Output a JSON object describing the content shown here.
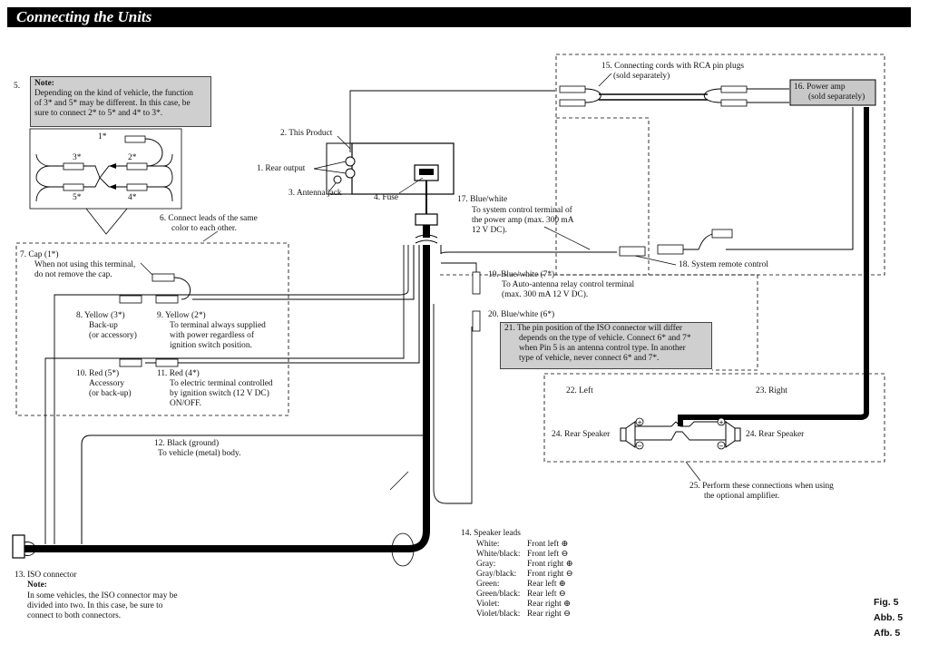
{
  "header": {
    "title": "Connecting the Units"
  },
  "labels": {
    "n5": "5.",
    "note5_title": "Note:",
    "note5_body": [
      "Depending on the kind of vehicle, the function",
      "of 3* and 5* may be different. In this case, be",
      "sure to connect 2* to 5* and 4* to 3*."
    ],
    "c1": "1*",
    "c2": "2*",
    "c3": "3*",
    "c4": "4*",
    "c5": "5*",
    "l2": "2. This Product",
    "l1": "1. Rear output",
    "l3": "3. Antenna jack",
    "l4": "4. Fuse",
    "l6": [
      "6.  Connect leads of the same",
      "color to each other."
    ],
    "l7": [
      "7.  Cap (1*)",
      "When not using this terminal,",
      "do not remove the cap."
    ],
    "l8": [
      "8.  Yellow (3*)",
      "Back-up",
      "(or accessory)"
    ],
    "l9": [
      "9.  Yellow (2*)",
      "To terminal always supplied",
      "with power regardless of",
      "ignition switch position."
    ],
    "l10": [
      "10. Red (5*)",
      "Accessory",
      "(or back-up)"
    ],
    "l11": [
      "11. Red (4*)",
      "To electric terminal controlled",
      "by ignition switch (12 V DC)",
      "ON/OFF."
    ],
    "l12": [
      "12. Black (ground)",
      "To vehicle (metal) body."
    ],
    "l13": [
      "13. ISO connector",
      "Note:",
      "In some vehicles, the ISO connector may be",
      "divided into two. In this case, be sure to",
      "connect to both connectors."
    ],
    "l14": "14. Speaker leads",
    "l15": [
      "15. Connecting cords with RCA pin plugs",
      "(sold separately)"
    ],
    "l16": [
      "16. Power amp",
      "(sold separately)"
    ],
    "l17": [
      "17. Blue/white",
      "To system control terminal of",
      "the power amp (max. 300 mA",
      "12 V DC)."
    ],
    "l18": "18. System remote control",
    "l19": [
      "19. Blue/white (7*)",
      "To Auto-antenna relay control terminal",
      "(max. 300 mA 12 V DC)."
    ],
    "l20": "20. Blue/white (6*)",
    "l21": [
      "21. The pin position of the ISO connector will differ",
      "depends on the type of vehicle. Connect 6* and 7*",
      "when Pin 5 is an antenna control type. In another",
      "type of vehicle, never connect 6* and 7*."
    ],
    "l22": "22. Left",
    "l23": "23. Right",
    "l24a": "24. Rear Speaker",
    "l24b": "24. Rear Speaker",
    "l25": [
      "25. Perform these connections when using",
      "the optional amplifier."
    ]
  },
  "speaker_leads": [
    {
      "color": "White:",
      "dest": "Front left ⊕"
    },
    {
      "color": "White/black:",
      "dest": "Front left ⊖"
    },
    {
      "color": "Gray:",
      "dest": "Front right ⊕"
    },
    {
      "color": "Gray/black:",
      "dest": "Front right ⊖"
    },
    {
      "color": "Green:",
      "dest": "Rear left ⊕"
    },
    {
      "color": "Green/black:",
      "dest": "Rear left ⊖"
    },
    {
      "color": "Violet:",
      "dest": "Rear right ⊕"
    },
    {
      "color": "Violet/black:",
      "dest": "Rear right ⊖"
    }
  ],
  "figure": [
    "Fig. 5",
    "Abb. 5",
    "Afb. 5"
  ],
  "colors": {
    "header_bg": "#000000",
    "note_bg": "#cfcfcf",
    "wire": "#000000"
  }
}
